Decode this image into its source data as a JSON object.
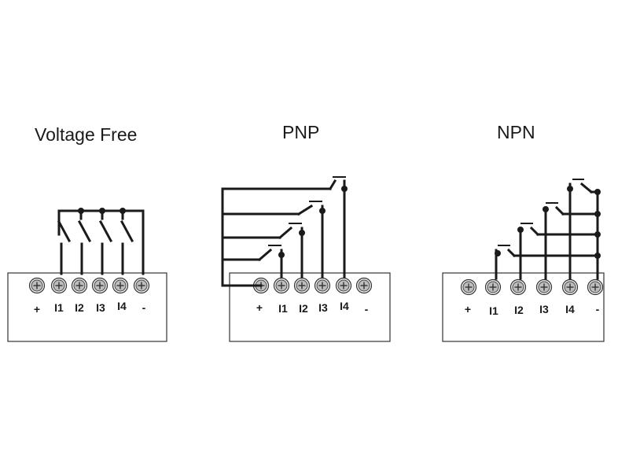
{
  "panels": [
    {
      "id": "voltage-free",
      "title": "Voltage Free",
      "terminals": [
        "+",
        "I1",
        "I2",
        "I3",
        "I4",
        "-"
      ]
    },
    {
      "id": "pnp",
      "title": "PNP",
      "terminals": [
        "+",
        "I1",
        "I2",
        "I3",
        "I4",
        "-"
      ]
    },
    {
      "id": "npn",
      "title": "NPN",
      "terminals": [
        "+",
        "I1",
        "I2",
        "I3",
        "I4",
        "-"
      ]
    }
  ],
  "colors": {
    "ink": "#1a1a1a",
    "terminal_fill": "#bdbdbd",
    "background": "#ffffff"
  }
}
